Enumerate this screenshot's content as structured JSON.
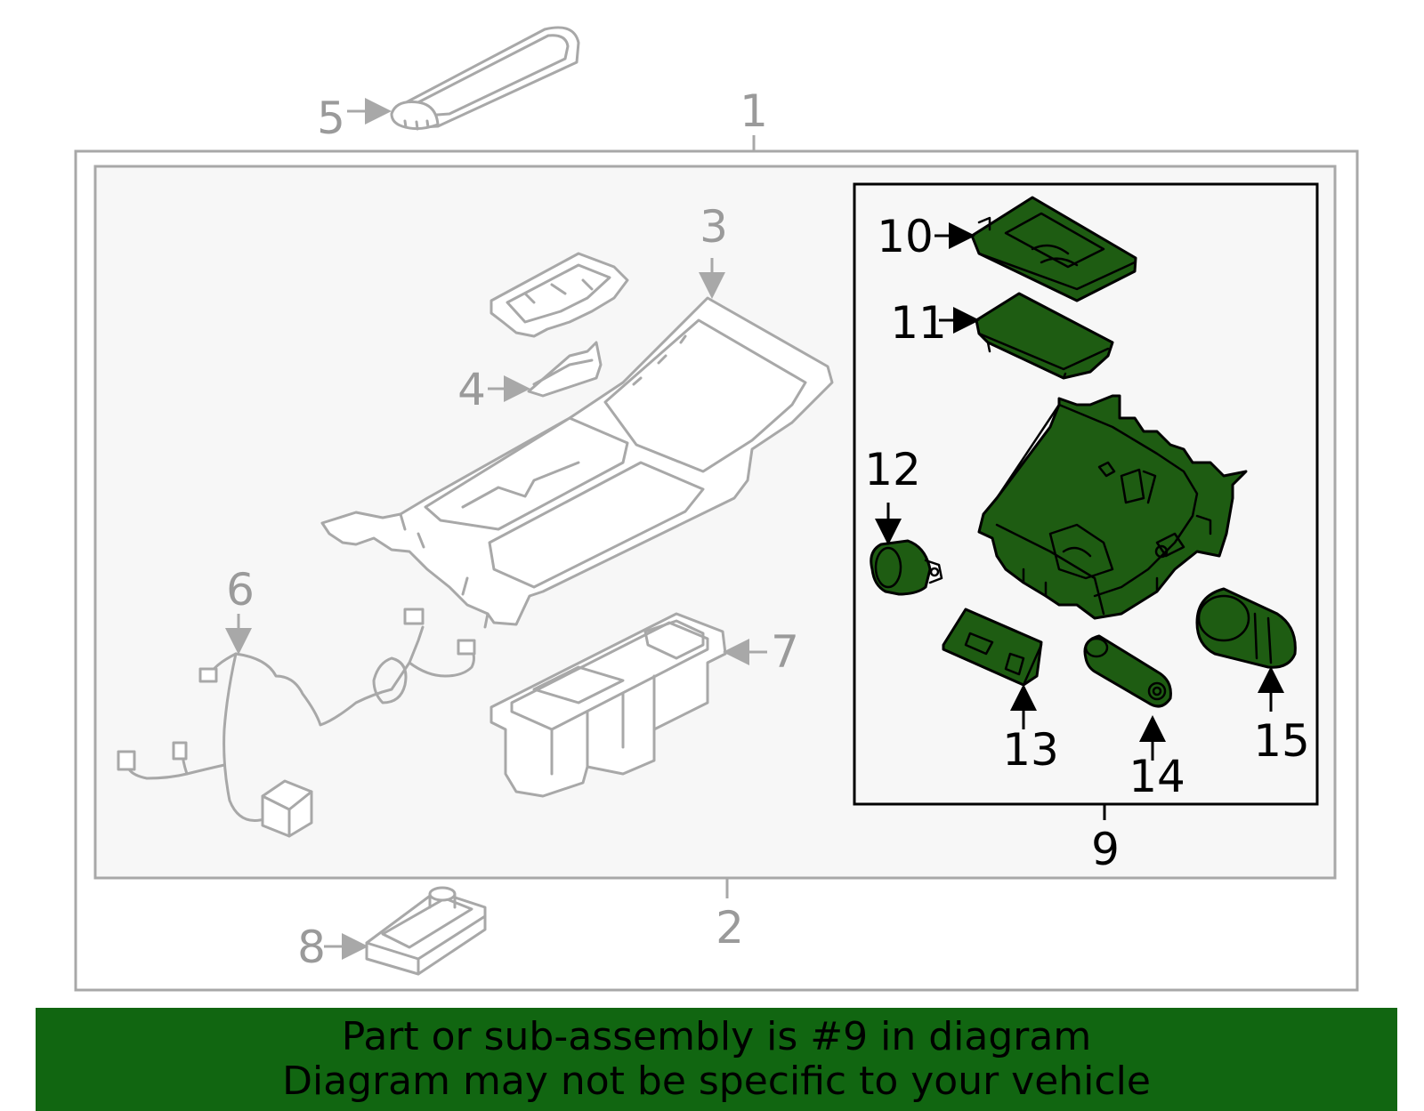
{
  "diagram": {
    "callouts": [
      {
        "id": "1",
        "text": "1"
      },
      {
        "id": "2",
        "text": "2"
      },
      {
        "id": "3",
        "text": "3"
      },
      {
        "id": "4",
        "text": "4"
      },
      {
        "id": "5",
        "text": "5"
      },
      {
        "id": "6",
        "text": "6"
      },
      {
        "id": "7",
        "text": "7"
      },
      {
        "id": "8",
        "text": "8"
      },
      {
        "id": "9",
        "text": "9"
      },
      {
        "id": "10",
        "text": "10"
      },
      {
        "id": "11",
        "text": "11"
      },
      {
        "id": "12",
        "text": "12"
      },
      {
        "id": "13",
        "text": "13"
      },
      {
        "id": "14",
        "text": "14"
      },
      {
        "id": "15",
        "text": "15"
      }
    ],
    "highlighted_part": "9",
    "colors": {
      "highlight_fill": "#1e5c12",
      "banner": "#116611",
      "gray_line": "#a8a8a8",
      "panel_bg": "#f7f7f7"
    }
  },
  "banner": {
    "line1": "Part or sub-assembly is #9 in diagram",
    "line2": "Diagram may not be specific to your vehicle"
  }
}
